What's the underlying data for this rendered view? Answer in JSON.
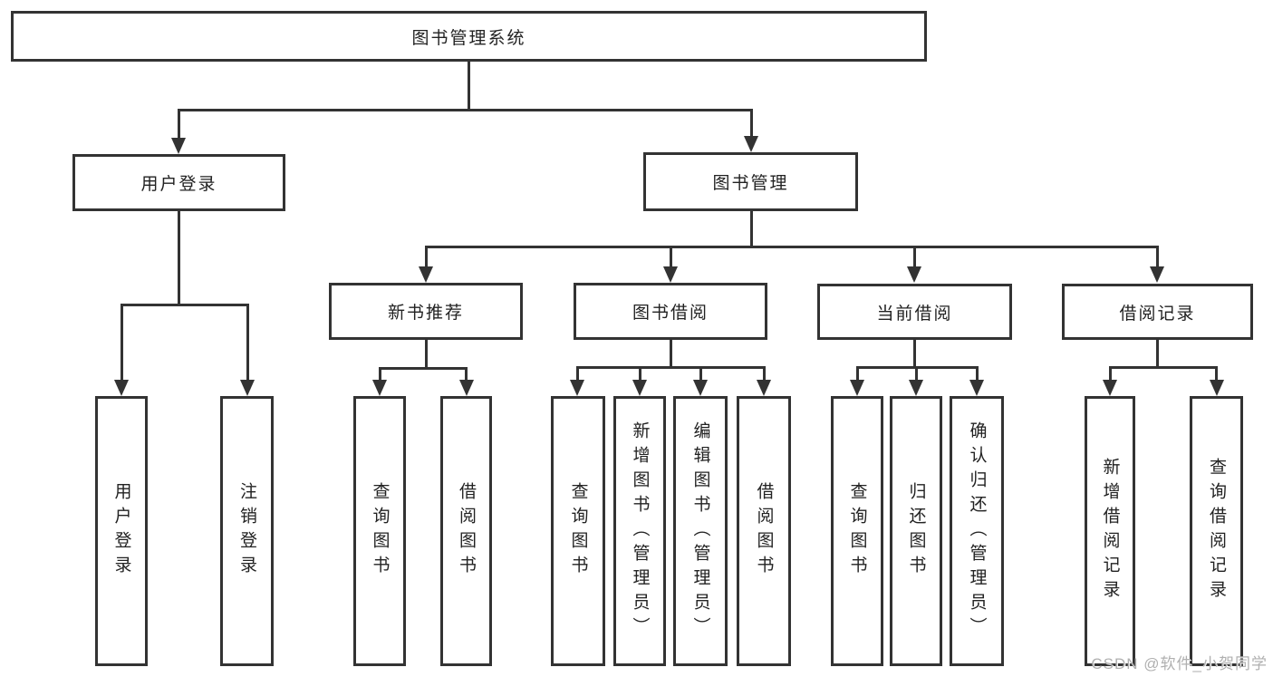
{
  "diagram_type": "functional-structure-tree",
  "tree": {
    "label": "图书管理系统",
    "children": [
      {
        "label": "用户登录",
        "children": [
          {
            "label": "用户登录"
          },
          {
            "label": "注销登录"
          }
        ]
      },
      {
        "label": "图书管理",
        "children": [
          {
            "label": "新书推荐",
            "children": [
              {
                "label": "查询图书"
              },
              {
                "label": "借阅图书"
              }
            ]
          },
          {
            "label": "图书借阅",
            "children": [
              {
                "label": "查询图书"
              },
              {
                "label": "新增图书（管理员）"
              },
              {
                "label": "编辑图书（管理员）"
              },
              {
                "label": "借阅图书"
              }
            ]
          },
          {
            "label": "当前借阅",
            "children": [
              {
                "label": "查询图书"
              },
              {
                "label": "归还图书"
              },
              {
                "label": "确认归还（管理员）"
              }
            ]
          },
          {
            "label": "借阅记录",
            "children": [
              {
                "label": "新增借阅记录"
              },
              {
                "label": "查询借阅记录"
              }
            ]
          }
        ]
      }
    ]
  },
  "watermark": "CSDN @软件_小贺同学",
  "colors": {
    "line": "#333333",
    "text": "#222222",
    "watermark": "#b0b0b0",
    "bg": "#ffffff"
  }
}
